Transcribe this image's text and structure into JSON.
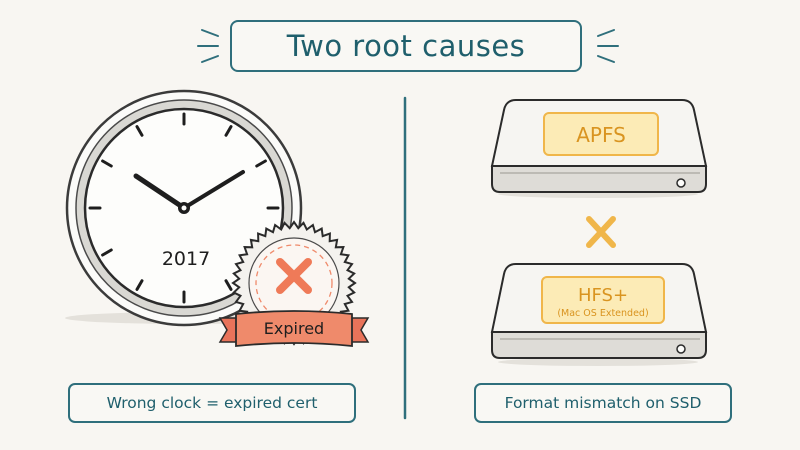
{
  "title": "Two root causes",
  "left": {
    "clock_year": "2017",
    "stamp_label": "Expired",
    "caption": "Wrong clock = expired cert"
  },
  "right": {
    "top_drive_label": "APFS",
    "bottom_drive_label": "HFS+",
    "bottom_drive_sublabel": "(Mac OS Extended)",
    "caption": "Format mismatch on SSD"
  },
  "colors": {
    "teal": "#2f6f7c",
    "orange_accent": "#ef8a6b",
    "yellow_accent": "#f0b64a",
    "ink": "#2b2b2b"
  }
}
